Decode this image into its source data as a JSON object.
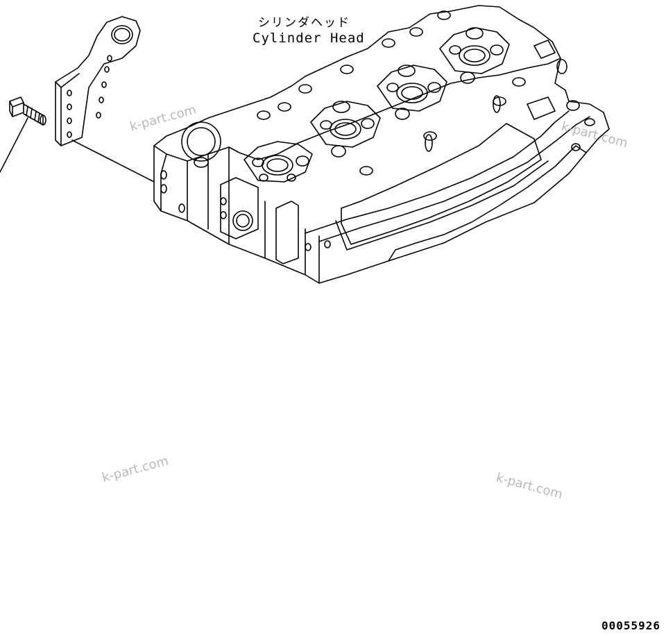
{
  "part_label": {
    "jp": "シリンダヘッド",
    "en": "Cylinder Head"
  },
  "watermarks": [
    "k-part.com",
    "k-part.com",
    "k-part.com",
    "k-part.com"
  ],
  "drawing_number": "00055926"
}
